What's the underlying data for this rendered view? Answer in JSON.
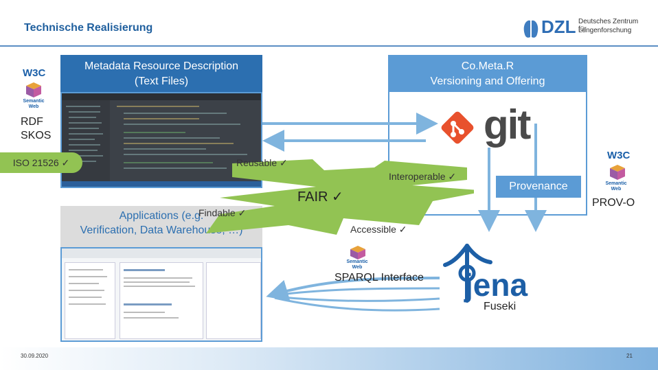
{
  "slide": {
    "title": "Technische Realisierung",
    "date": "30.09.2020",
    "page": "21"
  },
  "logo": {
    "line1": "Deutsches Zentrum für",
    "line2": "Lungenforschung",
    "mark": "DZL"
  },
  "boxes": {
    "metadata_line1": "Metadata Resource Description",
    "metadata_line2": "(Text Files)",
    "cometa_line1": "Co.Meta.R",
    "cometa_line2": "Versioning and Offering",
    "apps_line1": "Applications (e.g.",
    "apps_line2": "Verification, Data Warehouse, …)"
  },
  "labels": {
    "w3c": "W3C",
    "semantic_web_1": "Semantic",
    "semantic_web_2": "Web",
    "rdf": "RDF",
    "skos": "SKOS",
    "iso": "ISO 21526 ✓",
    "reusable": "Reusable ✓",
    "interoperable": "Interoperable ✓",
    "fair": "FAIR ✓",
    "findable": "Findable ✓",
    "accessible": "Accessible ✓",
    "provenance": "Provenance",
    "prov_o": "PROV-O",
    "git": "git",
    "sparql": "SPARQL Interface",
    "jena": "Jena",
    "fuseki": "Fuseki"
  },
  "colors": {
    "accent_blue": "#2c6fb0",
    "light_blue": "#5b9bd5",
    "fair_green": "#92c353",
    "git_orange": "#e8512d",
    "jena_blue": "#1d5fa6"
  }
}
